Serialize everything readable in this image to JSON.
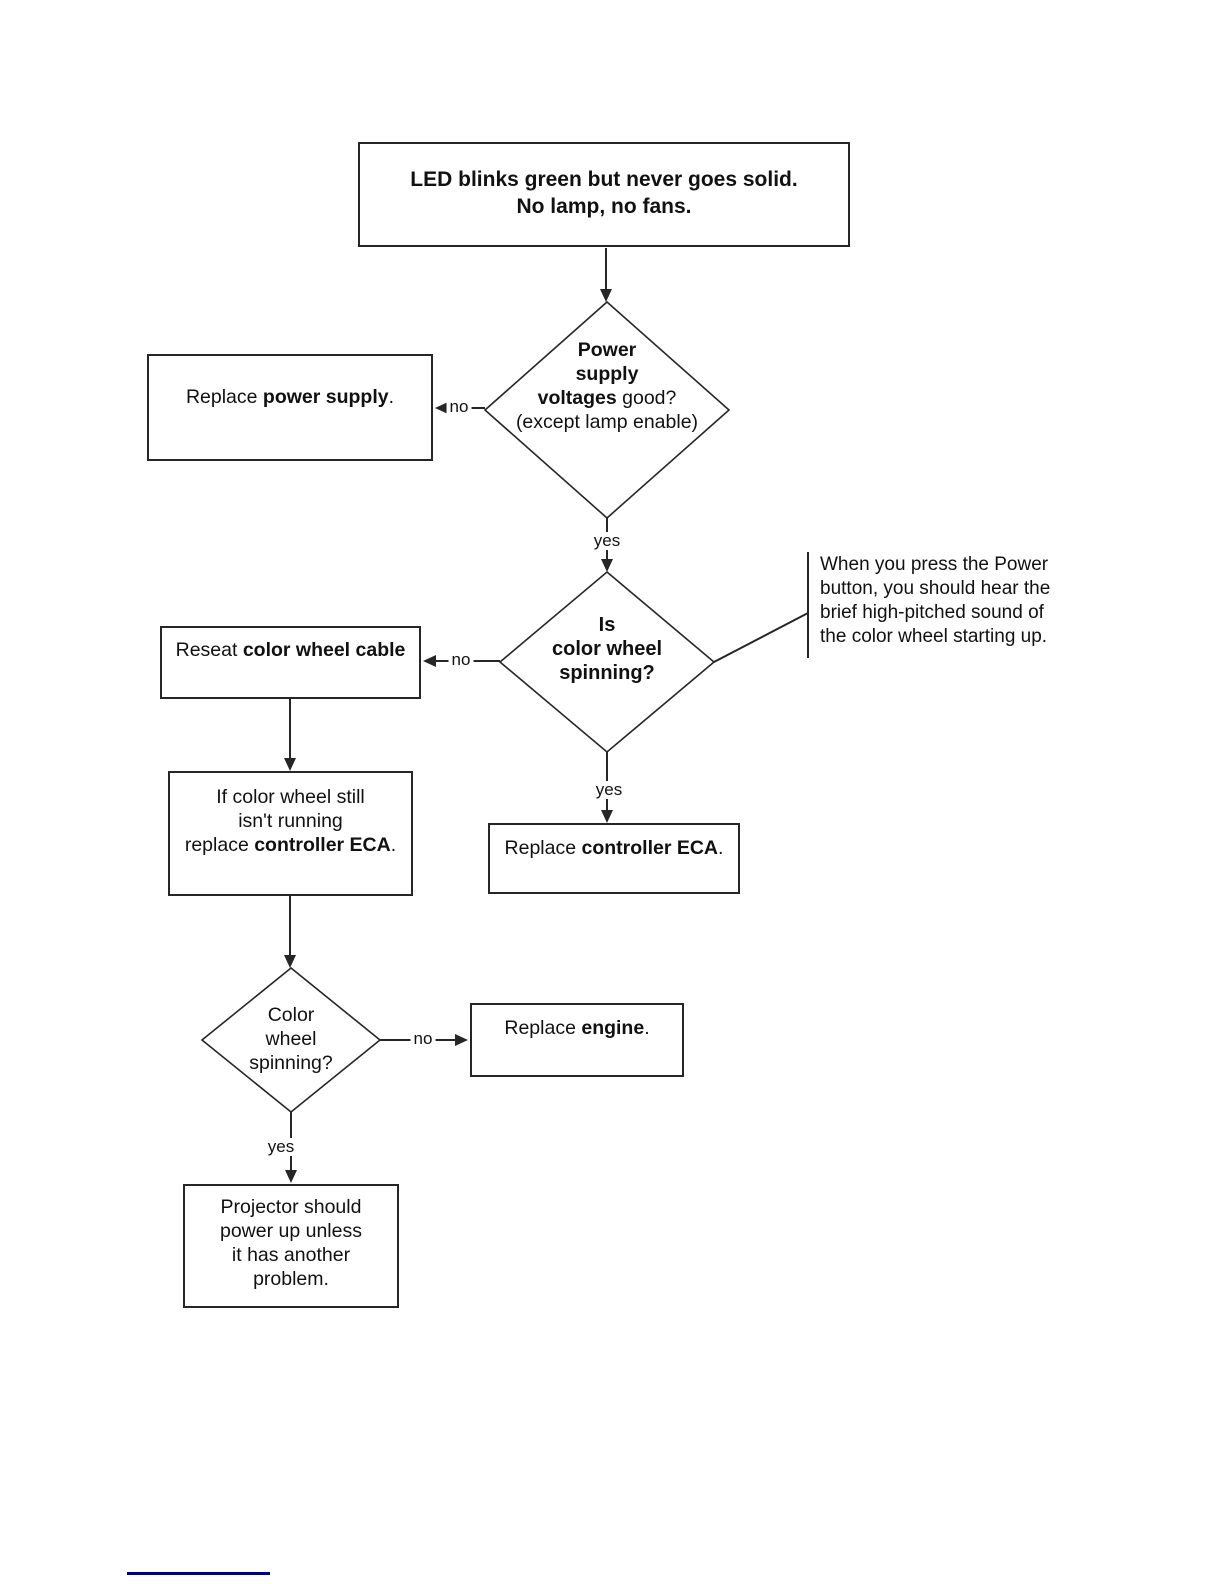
{
  "colors": {
    "stroke": "#262626",
    "text": "#111111",
    "link_line": "#00007c",
    "background": "#ffffff"
  },
  "labels": {
    "yes": "yes",
    "no": "no"
  },
  "nodes": {
    "start": {
      "line1": "LED blinks green but never goes solid.",
      "line2": "No lamp, no fans."
    },
    "decision_power": {
      "line1": "Power",
      "line2": "supply",
      "line3_bold": "voltages",
      "line3_reg": " good?",
      "line4": "(except lamp enable)"
    },
    "replace_power_supply": {
      "prefix": "Replace ",
      "bold": "power supply",
      "suffix": "."
    },
    "decision_wheel1": {
      "line1": "Is",
      "line2": "color wheel",
      "line3": "spinning?"
    },
    "note": {
      "line1": "When you press the Power",
      "line2": "button, you should hear the",
      "line3": "brief high-pitched sound of",
      "line4": "the color wheel starting up."
    },
    "reseat_cable": {
      "prefix": "Reseat ",
      "bold": "color wheel cable"
    },
    "if_still": {
      "line1": "If color wheel still",
      "line2": "isn't running",
      "line3_prefix": "replace ",
      "line3_bold": "controller ECA",
      "line3_suffix": "."
    },
    "replace_controller": {
      "prefix": "Replace ",
      "bold": "controller ECA",
      "suffix": "."
    },
    "decision_wheel2": {
      "line1": "Color",
      "line2": "wheel",
      "line3": "spinning?"
    },
    "replace_engine": {
      "prefix": "Replace ",
      "bold": "engine",
      "suffix": "."
    },
    "projector_ok": {
      "line1": "Projector should",
      "line2": "power up unless",
      "line3": "it has another",
      "line4": "problem."
    }
  }
}
